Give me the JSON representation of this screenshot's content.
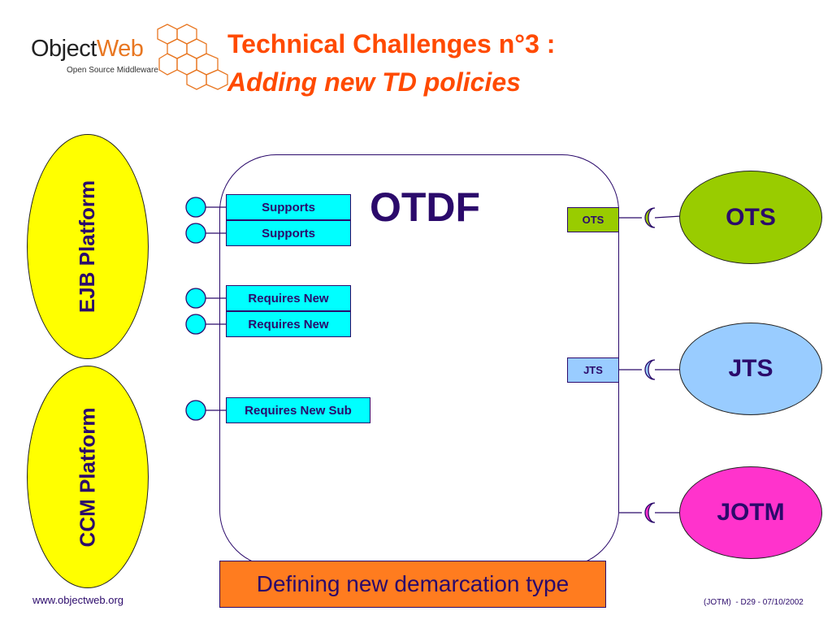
{
  "header": {
    "logo_word_a": "Object",
    "logo_word_b": "Web",
    "logo_subtitle": "Open Source Middleware",
    "title_line1": "Technical Challenges n°3 :",
    "title_line2": "Adding new TD policies"
  },
  "platforms": {
    "ejb": "EJB Platform",
    "ccm": "CCM Platform"
  },
  "otdf": {
    "title": "OTDF",
    "policies": [
      "Supports",
      "Supports",
      "Requires New",
      "Requires New",
      "Requires New Sub"
    ],
    "ports": {
      "ots": "OTS",
      "jts": "JTS"
    }
  },
  "services": {
    "ots": "OTS",
    "jts": "JTS",
    "jotm": "JOTM"
  },
  "caption": "Defining new demarcation type",
  "footer": {
    "url": "www.objectweb.org",
    "ref": "(JOTM)  - D29 - 07/10/2002"
  },
  "colors": {
    "title": "#ff4a00",
    "text_dark": "#2b0a6b",
    "platform": "#ffff00",
    "policy": "#00ffff",
    "ots": "#99cc00",
    "jts": "#99ccff",
    "jotm": "#ff33cc",
    "caption": "#ff7c1f"
  }
}
